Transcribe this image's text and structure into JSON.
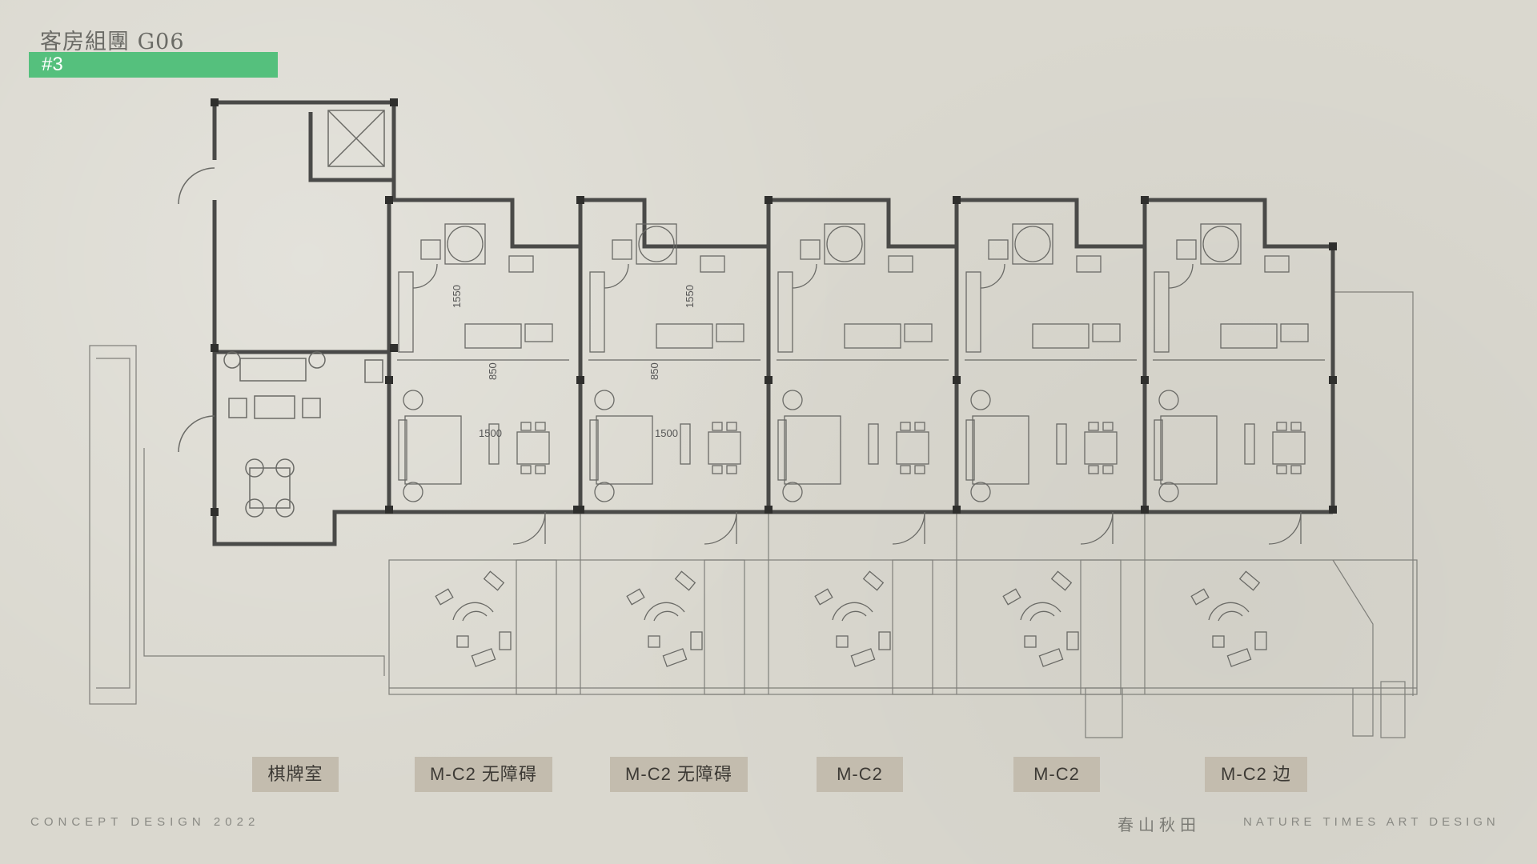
{
  "header": {
    "title": "客房組團 G06",
    "tag": "#3"
  },
  "rooms": [
    {
      "label": "棋牌室"
    },
    {
      "label": "M-C2 无障碍"
    },
    {
      "label": "M-C2 无障碍"
    },
    {
      "label": "M-C2"
    },
    {
      "label": "M-C2"
    },
    {
      "label": "M-C2 边"
    }
  ],
  "dimensions": {
    "d1550": "1550",
    "d850": "850",
    "d1500": "1500"
  },
  "footer": {
    "left": "CONCEPT DESIGN 2022",
    "brand_cn": "春山秋田",
    "brand_en": "NATURE TIMES ART DESIGN"
  },
  "colors": {
    "background": "#dad8cf",
    "accent": "#55c07d",
    "label_bg": "#c3bcae",
    "wall": "#4a4a48"
  }
}
